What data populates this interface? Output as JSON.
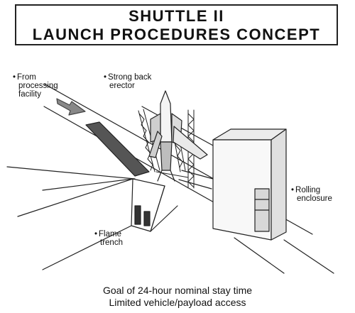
{
  "title": {
    "line1": "SHUTTLE II",
    "line2": "LAUNCH PROCEDURES CONCEPT"
  },
  "labels": {
    "from_processing": [
      "From",
      "processing",
      "facility"
    ],
    "strong_back": [
      "Strong back",
      "erector"
    ],
    "rolling_enclosure": [
      "Rolling",
      "enclosure"
    ],
    "flame_trench": [
      "Flame",
      "trench"
    ],
    "bullet": "•"
  },
  "caption": {
    "line1": "Goal of 24-hour nominal stay time",
    "line2": "Limited vehicle/payload access"
  }
}
